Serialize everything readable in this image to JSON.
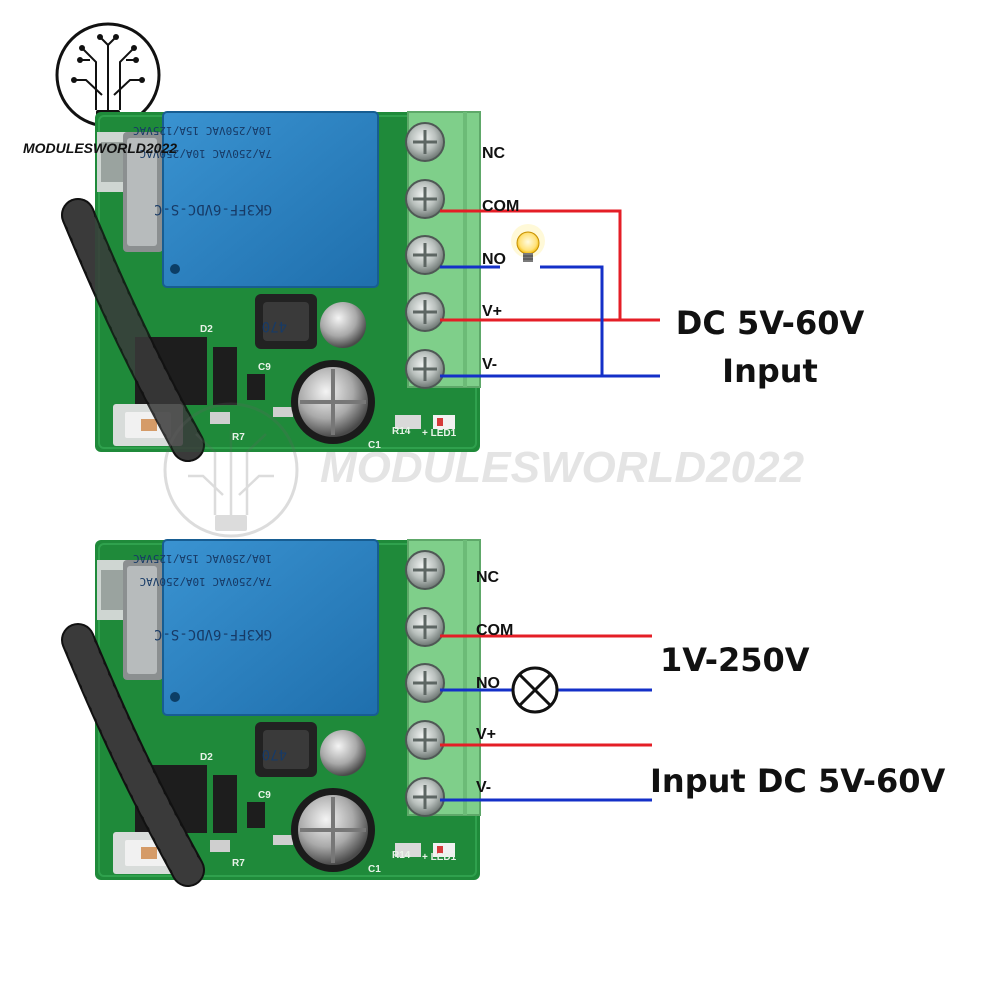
{
  "brand": {
    "logo_text": "MODULESWORLD2022",
    "watermark_text": "MODULESWORLD2022"
  },
  "diagram1": {
    "terminals": [
      "NC",
      "COM",
      "NO",
      "V+",
      "V-"
    ],
    "supply_label_line1": "DC 5V-60V",
    "supply_label_line2": "Input"
  },
  "diagram2": {
    "terminals": [
      "NC",
      "COM",
      "NO",
      "V+",
      "V-"
    ],
    "load_label": "1V-250V",
    "supply_label": "Input DC 5V-60V"
  },
  "board": {
    "relay_lines": [
      "10A/250VAC  15A/125VAC",
      "7A/250VAC  10A/250VAC",
      "GK3FF-6VDC-S-C"
    ],
    "inductor_text": "470",
    "silkscreen": [
      "D2",
      "C9",
      "R7",
      "C1",
      "R14",
      "+ LED1"
    ]
  },
  "colors": {
    "wire_positive": "#e41e26",
    "wire_negative": "#1430c8",
    "pcb": "#1f8a3a",
    "relay": "#2b84c4",
    "terminal_block": "#7fcf8a"
  },
  "icons": {
    "logo": "circuit-bulb-logo-icon",
    "lamp_top": "light-bulb-icon",
    "lamp_bottom": "lamp-symbol-icon"
  }
}
